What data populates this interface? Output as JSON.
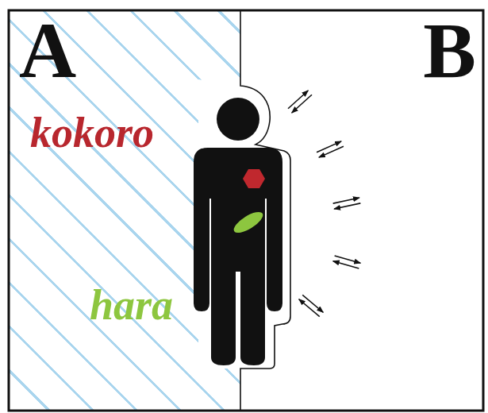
{
  "diagram": {
    "nodes": [
      {
        "text": [
          "A"
        ]
      },
      {
        "text": [
          "B"
        ]
      }
    ],
    "labels": [
      "kokoro",
      "hara"
    ]
  }
}
